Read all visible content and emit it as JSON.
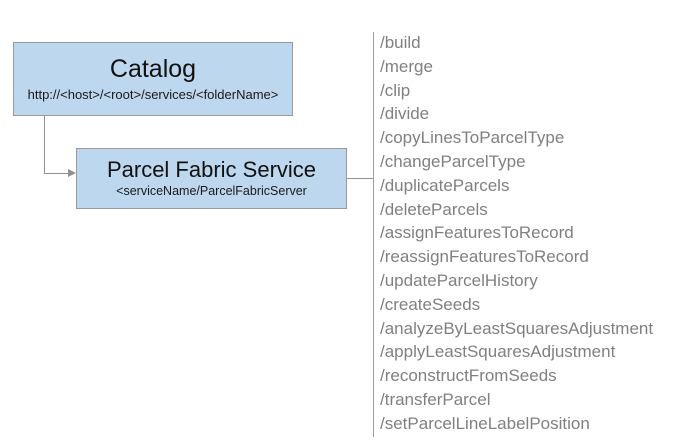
{
  "diagram": {
    "nodes": [
      {
        "id": "catalog",
        "title": "Catalog",
        "subtitle": "http://<host>/<root>/services/<folderName>"
      },
      {
        "id": "parcel-fabric-service",
        "title": "Parcel Fabric Service",
        "subtitle": "<serviceName/ParcelFabricServer"
      }
    ],
    "operations": [
      "/build",
      "/merge",
      "/clip",
      "/divide",
      "/copyLinesToParcelType",
      "/changeParcelType",
      "/duplicateParcels",
      "/deleteParcels",
      "/assignFeaturesToRecord",
      "/reassignFeaturesToRecord",
      "/updateParcelHistory",
      "/createSeeds",
      "/analyzeByLeastSquaresAdjustment",
      "/applyLeastSquaresAdjustment",
      "/reconstructFromSeeds",
      "/transferParcel",
      "/setParcelLineLabelPosition"
    ],
    "colors": {
      "node_fill": "#bdd7ee",
      "node_border": "#9a9a9a",
      "connector": "#909090",
      "divider": "#9d9d9d",
      "operation_text": "#808080",
      "background": "#ffffff"
    }
  }
}
